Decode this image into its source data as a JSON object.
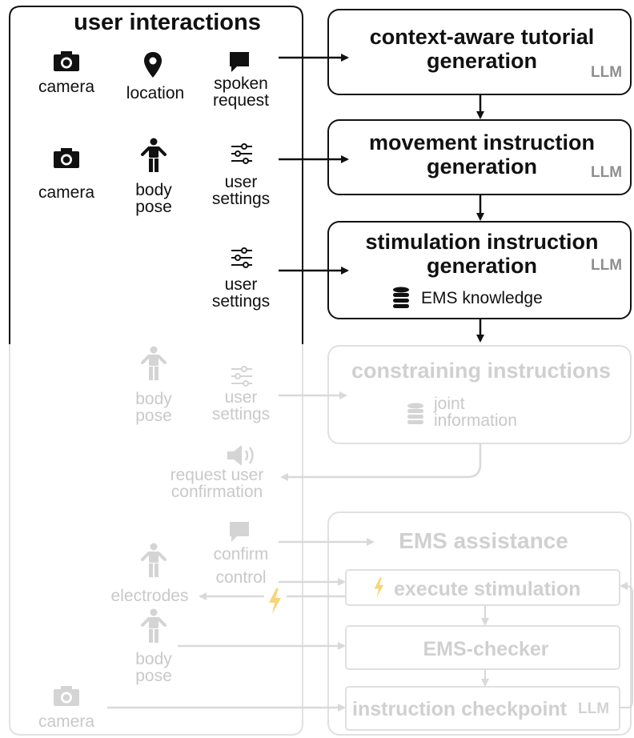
{
  "user_interactions": {
    "title": "user interactions",
    "row1": {
      "camera": "camera",
      "location": "location",
      "spoken_request": "spoken\nrequest"
    },
    "row2": {
      "camera": "camera",
      "body_pose": "body\npose",
      "user_settings": "user\nsettings"
    },
    "row3": {
      "user_settings": "user\nsettings"
    },
    "faded": {
      "body_pose_1": "body\npose",
      "user_settings": "user\nsettings",
      "request_confirmation": "request user\nconfirmation",
      "confirm": "confirm",
      "control": "control",
      "electrodes": "electrodes",
      "body_pose_2": "body\npose",
      "camera": "camera"
    }
  },
  "pipeline": {
    "tutorial": {
      "title": "context-aware tutorial\ngeneration",
      "tag": "LLM"
    },
    "movement": {
      "title": "movement instruction\ngeneration",
      "tag": "LLM"
    },
    "stimulation": {
      "title": "stimulation instruction\ngeneration",
      "tag": "LLM",
      "knowledge": "EMS knowledge"
    },
    "constraining": {
      "title": "constraining instructions",
      "joint_info": "joint\ninformation"
    },
    "ems_assistance": {
      "title": "EMS assistance",
      "execute": "execute stimulation",
      "checker": "EMS-checker",
      "checkpoint": "instruction checkpoint",
      "checkpoint_tag": "LLM"
    }
  },
  "colors": {
    "active": "#111111",
    "faded": "#d9d9d9",
    "llm_tag": "#8e8e8e",
    "lightning": "#f5d67a"
  }
}
